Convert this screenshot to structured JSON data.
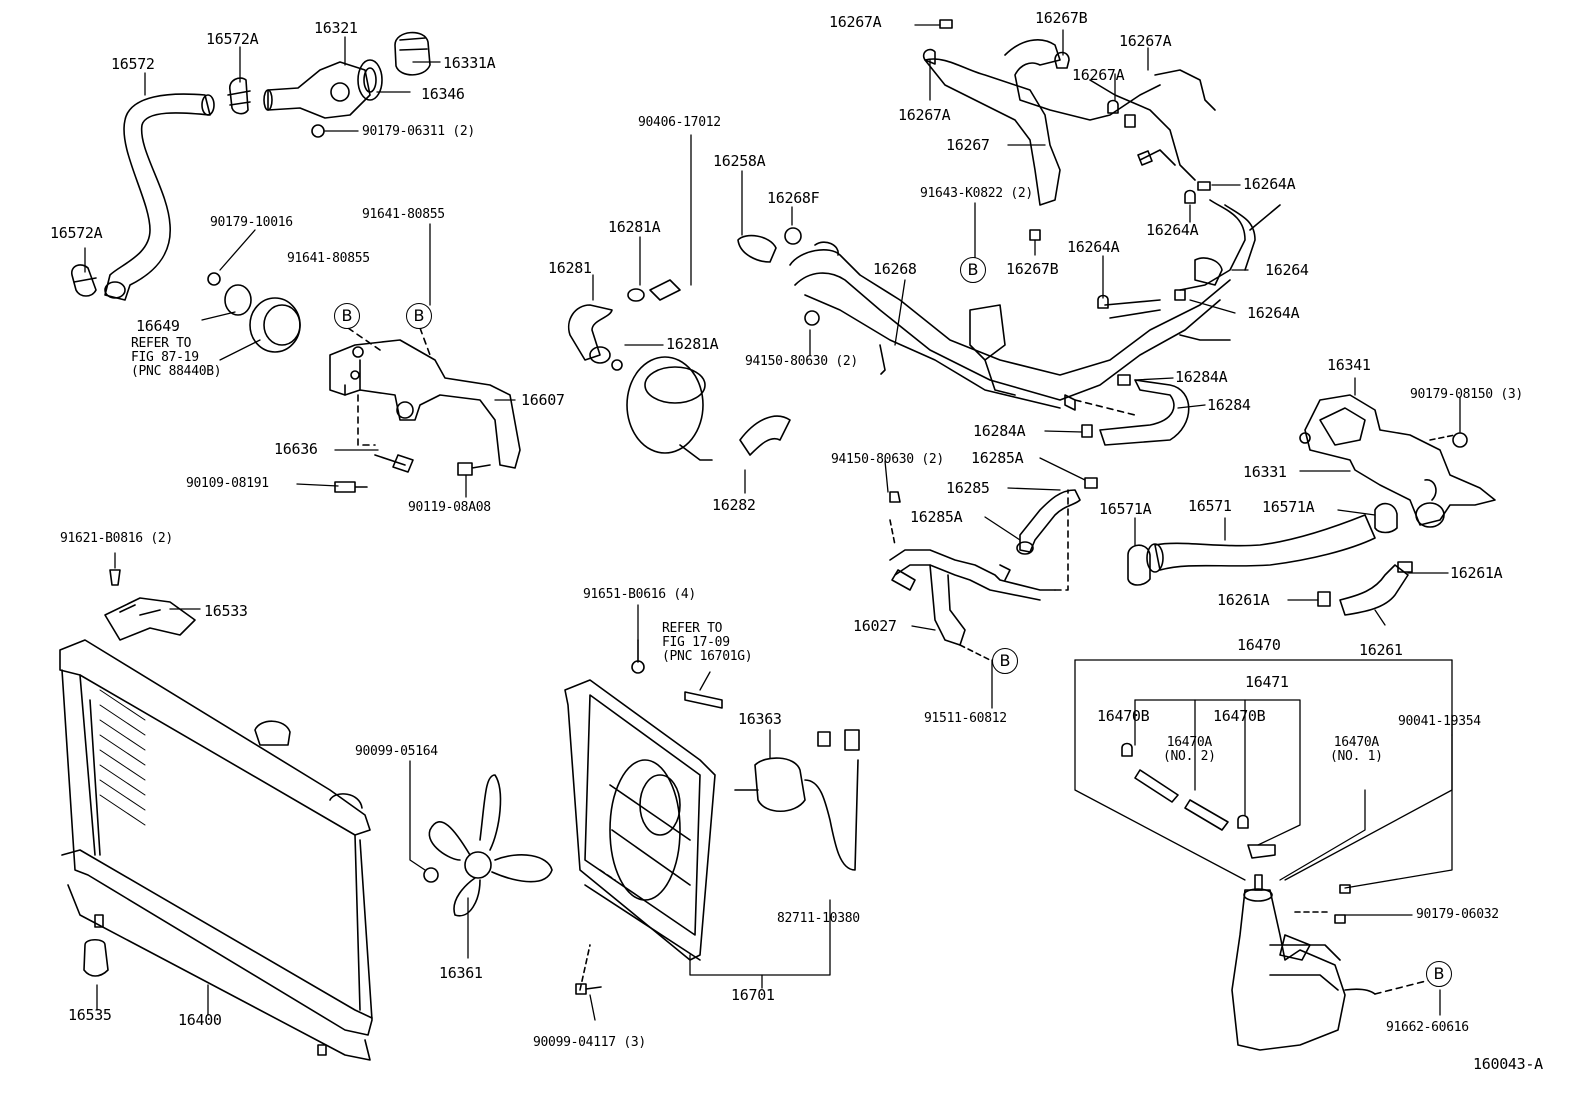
{
  "diagram_id": "160043-A",
  "callout_letter": "B",
  "labels": {
    "p16572": "16572",
    "p16572A_top": "16572A",
    "p16321": "16321",
    "p16331A": "16331A",
    "p16346": "16346",
    "p90179_06311": "90179-06311 (2)",
    "p16572A_left": "16572A",
    "p90179_10016": "90179-10016",
    "p91641_80855_a": "91641-80855",
    "p91641_80855_b": "91641-80855",
    "p16649": "16649",
    "refer_87": "REFER TO\nFIG 87-19\n(PNC 88440B)",
    "p16607": "16607",
    "p16636": "16636",
    "p90109_08191": "90109-08191",
    "p90119_08A08": "90119-08A08",
    "p91621_B0816": "91621-B0816 (2)",
    "p16533": "16533",
    "p16535": "16535",
    "p16400": "16400",
    "p90406_17012": "90406-17012",
    "p16281A_a": "16281A",
    "p16281": "16281",
    "p16281A_b": "16281A",
    "p16282": "16282",
    "p16258A": "16258A",
    "p16268F": "16268F",
    "p16268": "16268",
    "p94150_80630_a": "94150-80630 (2)",
    "p16267A_1": "16267A",
    "p16267B_1": "16267B",
    "p16267A_2": "16267A",
    "p16267A_3": "16267A",
    "p16267A_4": "16267A",
    "p16267": "16267",
    "p91643_K0822": "91643-K0822 (2)",
    "p16267B_2": "16267B",
    "p16264A_1": "16264A",
    "p16264A_2": "16264A",
    "p16264A_3": "16264A",
    "p16264": "16264",
    "p16264A_4": "16264A",
    "p16284A_1": "16284A",
    "p16284": "16284",
    "p16284A_2": "16284A",
    "p94150_80630_b": "94150-80630 (2)",
    "p16285A_1": "16285A",
    "p16285": "16285",
    "p16285A_2": "16285A",
    "p16027": "16027",
    "p91511_60812": "91511-60812",
    "p16341": "16341",
    "p90179_08150": "90179-08150 (3)",
    "p16331": "16331",
    "p16571A_1": "16571A",
    "p16571": "16571",
    "p16571A_2": "16571A",
    "p16261A_1": "16261A",
    "p16261A_2": "16261A",
    "p16261": "16261",
    "p16470": "16470",
    "p16471": "16471",
    "p16470B_1": "16470B",
    "p16470B_2": "16470B",
    "p16470A_no2": "16470A\n(NO. 2)",
    "p16470A_no1": "16470A\n(NO. 1)",
    "p90041_19354": "90041-19354",
    "p90179_06032": "90179-06032",
    "p91662_60616": "91662-60616",
    "p91651_B0616": "91651-B0616 (4)",
    "refer_17": "REFER TO\nFIG 17-09\n(PNC 16701G)",
    "p16363": "16363",
    "p90099_05164": "90099-05164",
    "p82711_10380": "82711-10380",
    "p16361": "16361",
    "p16701": "16701",
    "p90099_04117": "90099-04117 (3)"
  },
  "colors": {
    "ink": "#000000",
    "paper": "#ffffff"
  }
}
